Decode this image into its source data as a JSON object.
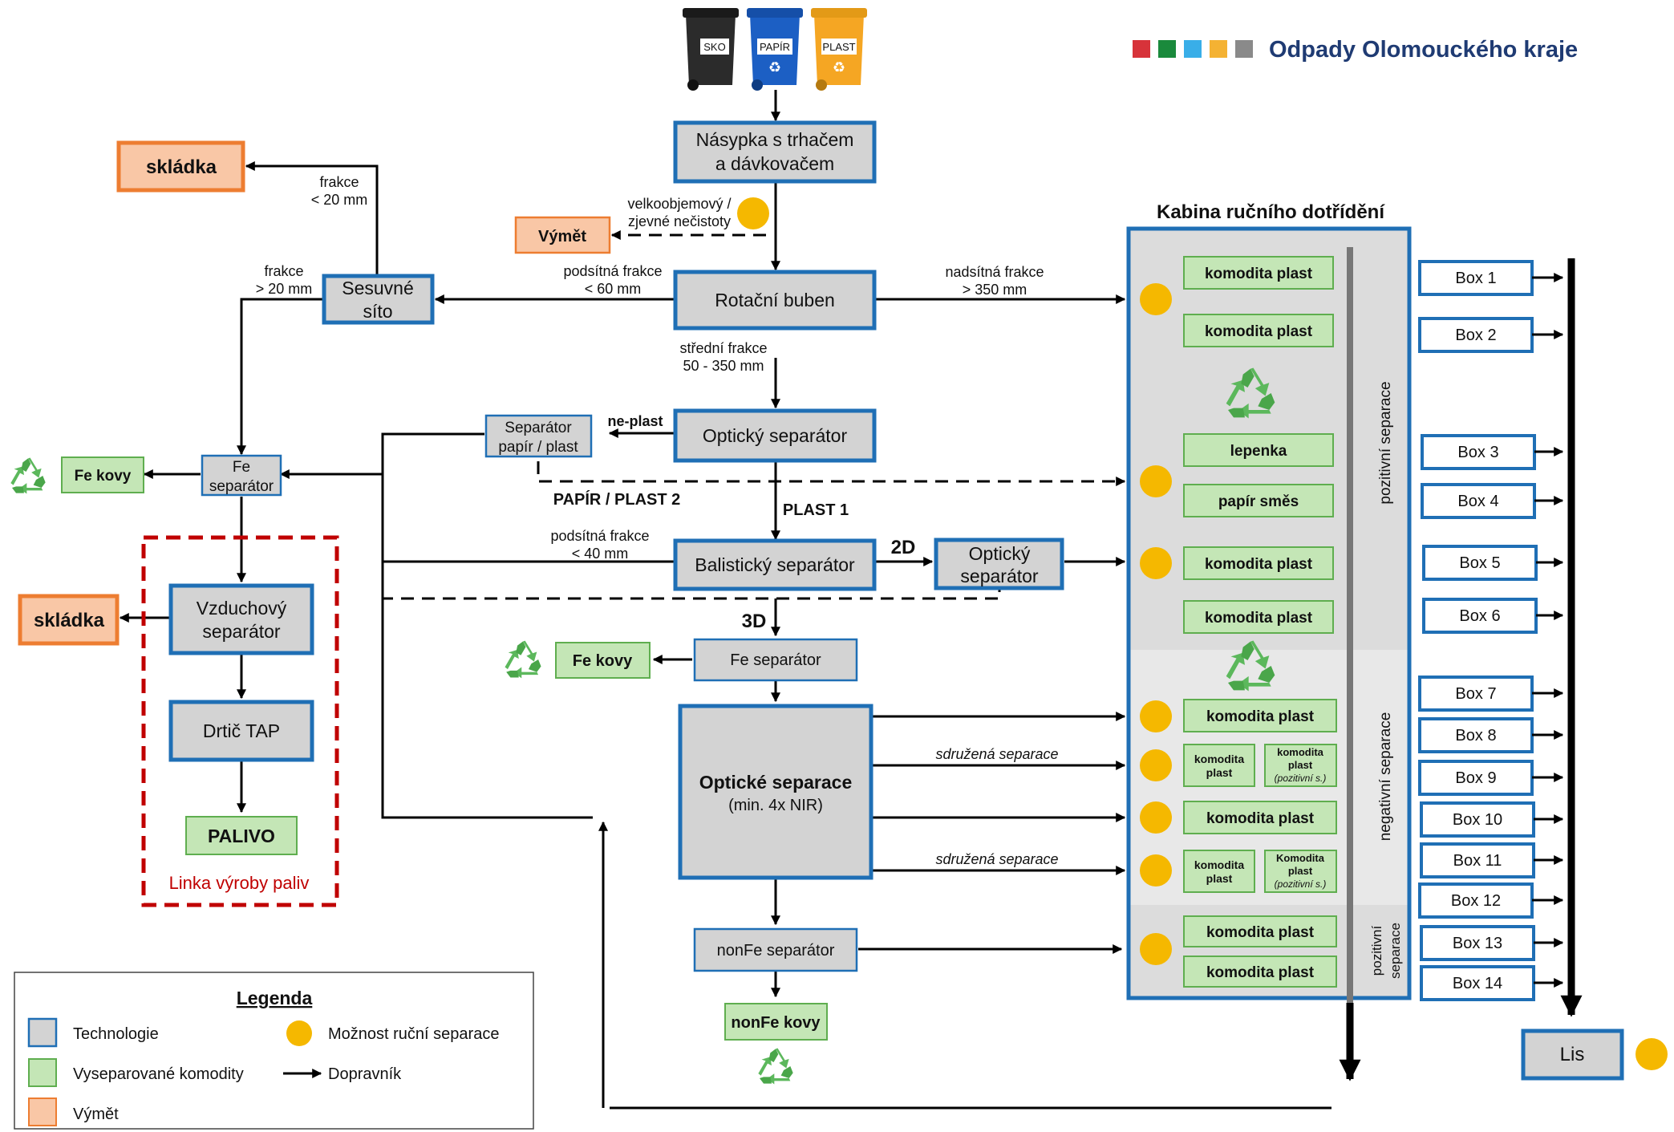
{
  "header": {
    "title": "Odpady Olomouckého kraje",
    "colors": [
      "#d7333a",
      "#1a8a3c",
      "#39aee8",
      "#f4b233",
      "#8a8a8a"
    ]
  },
  "bins": [
    {
      "label": "SKO",
      "color": "#2b2b2b"
    },
    {
      "label": "PAPÍR",
      "color": "#1c5fc4"
    },
    {
      "label": "PLAST",
      "color": "#f5a623"
    }
  ],
  "nodes": {
    "nasypka_1": "Násypka s trhačem",
    "nasypka_2": "a dávkovačem",
    "rotacni": "Rotační buben",
    "sesuvne_1": "Sesuvné",
    "sesuvne_2": "síto",
    "skladka_top": "skládka",
    "vymet": "Výmět",
    "opticky1": "Optický separátor",
    "sep_pp_1": "Separátor",
    "sep_pp_2": "papír / plast",
    "fe_sep_left_1": "Fe",
    "fe_sep_left_2": "separátor",
    "fe_kovy_left": "Fe kovy",
    "balisticky": "Balistický separátor",
    "opticky2_1": "Optický",
    "opticky2_2": "separátor",
    "vzduchovy_1": "Vzduchový",
    "vzduchovy_2": "separátor",
    "skladka_left": "skládka",
    "drtic": "Drtič TAP",
    "palivo": "PALIVO",
    "fe_sep_mid": "Fe separátor",
    "fe_kovy_mid": "Fe kovy",
    "opt_sep_1": "Optické separace",
    "opt_sep_2": "(min. 4x NIR)",
    "nonfe_sep": "nonFe separátor",
    "nonfe_kovy": "nonFe kovy",
    "lis": "Lis",
    "linka": "Linka výroby paliv"
  },
  "labels": {
    "frakce_lt20_1": "frakce",
    "frakce_lt20_2": "< 20 mm",
    "frakce_gt20_1": "frakce",
    "frakce_gt20_2": "> 20 mm",
    "velkoobj_1": "velkoobjemový /",
    "velkoobj_2": "zjevné nečistoty",
    "podsitna60_1": "podsítná frakce",
    "podsitna60_2": "< 60 mm",
    "nadsitna_1": "nadsítná frakce",
    "nadsitna_2": "> 350 mm",
    "stredni_1": "střední frakce",
    "stredni_2": "50 - 350 mm",
    "ne_plast": "ne-plast",
    "papir_plast2": "PAPÍR / PLAST 2",
    "plast1": "PLAST 1",
    "podsitna40_1": "podsítná frakce",
    "podsitna40_2": "< 40 mm",
    "d2": "2D",
    "d3": "3D",
    "sdruzena_1": "sdružená separace",
    "sdruzena_2": "sdružená separace"
  },
  "cabin": {
    "title": "Kabina ručního dotřídění",
    "side_pos_1": "pozitivní separace",
    "side_neg": "negativní separace",
    "side_pos_2a": "pozitivní",
    "side_pos_2b": "separace",
    "items": {
      "c1": "komodita plast",
      "c2": "komodita plast",
      "c3": "lepenka",
      "c4": "papír směs",
      "c5": "komodita plast",
      "c6": "komodita plast",
      "c7": "komodita plast",
      "c8a_1": "komodita",
      "c8a_2": "plast",
      "c8b_1": "komodita",
      "c8b_2": "plast",
      "c8b_3": "(pozitivní s.)",
      "c9": "komodita plast",
      "c10a_1": "komodita",
      "c10a_2": "plast",
      "c10b_1": "Komodita",
      "c10b_2": "plast",
      "c10b_3": "(pozitivní s.)",
      "c11": "komodita plast",
      "c12": "komodita plast"
    }
  },
  "boxes": [
    "Box 1",
    "Box 2",
    "Box 3",
    "Box 4",
    "Box 5",
    "Box 6",
    "Box 7",
    "Box 8",
    "Box 9",
    "Box 10",
    "Box 11",
    "Box 12",
    "Box 13",
    "Box 14"
  ],
  "legend": {
    "title": "Legenda",
    "technologie": "Technologie",
    "komodity": "Vyseparované komodity",
    "vymet": "Výmět",
    "rucni": "Možnost ruční separace",
    "dopravnik": "Dopravník"
  }
}
